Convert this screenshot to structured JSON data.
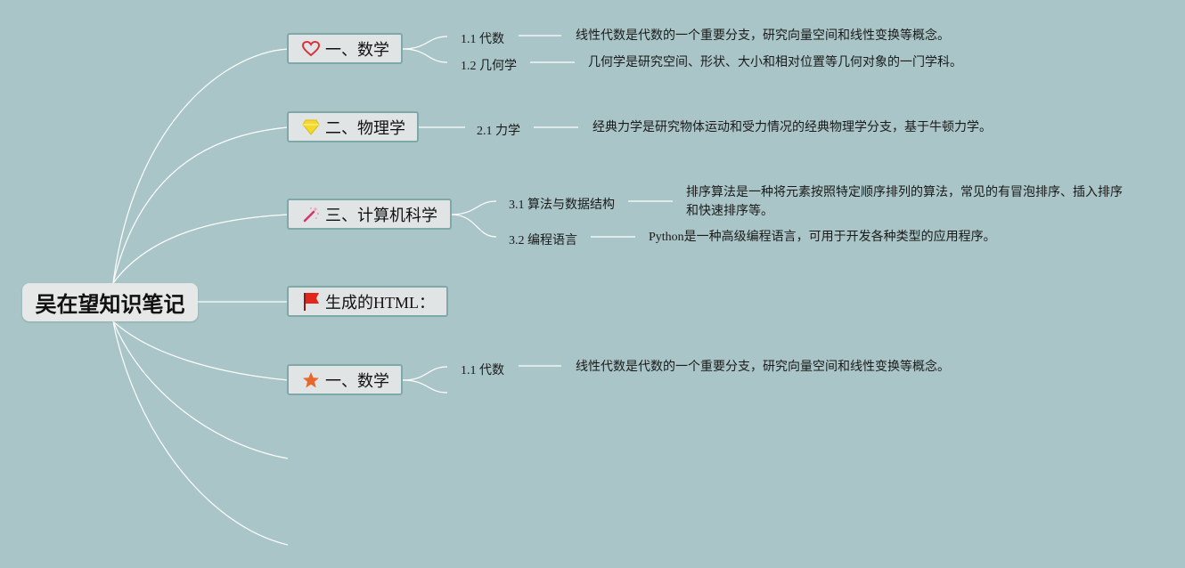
{
  "root": {
    "title": "吴在望知识笔记"
  },
  "branches": [
    {
      "label": "一、数学",
      "icon": "heart-outline-icon",
      "children": [
        {
          "label": "1.1 代数",
          "desc": "线性代数是代数的一个重要分支，研究向量空间和线性变换等概念。"
        },
        {
          "label": "1.2 几何学",
          "desc": "几何学是研究空间、形状、大小和相对位置等几何对象的一门学科。"
        }
      ]
    },
    {
      "label": "二、物理学",
      "icon": "gem-icon",
      "children": [
        {
          "label": "2.1 力学",
          "desc": "经典力学是研究物体运动和受力情况的经典物理学分支，基于牛顿力学。"
        }
      ]
    },
    {
      "label": "三、计算机科学",
      "icon": "magic-wand-icon",
      "children": [
        {
          "label": "3.1 算法与数据结构",
          "desc": "排序算法是一种将元素按照特定顺序排列的算法，常见的有冒泡排序、插入排序和快速排序等。"
        },
        {
          "label": "3.2 编程语言",
          "desc": "Python是一种高级编程语言，可用于开发各种类型的应用程序。"
        }
      ]
    },
    {
      "label": "生成的HTML：",
      "icon": "red-flag-icon",
      "children": []
    },
    {
      "label": "一、数学",
      "icon": "orange-star-icon",
      "children": [
        {
          "label": "1.1 代数",
          "desc": "线性代数是代数的一个重要分支，研究向量空间和线性变换等概念。"
        }
      ]
    }
  ],
  "colors": {
    "background": "#a9c5c7",
    "connector": "#ffffff",
    "node_fill": "#e1e4e4",
    "node_border": "#7fa8a9",
    "heart": "#d8333a",
    "gem": "#f2d92b",
    "wand": "#d6336c",
    "flag": "#e3261c",
    "star": "#e8672a"
  }
}
